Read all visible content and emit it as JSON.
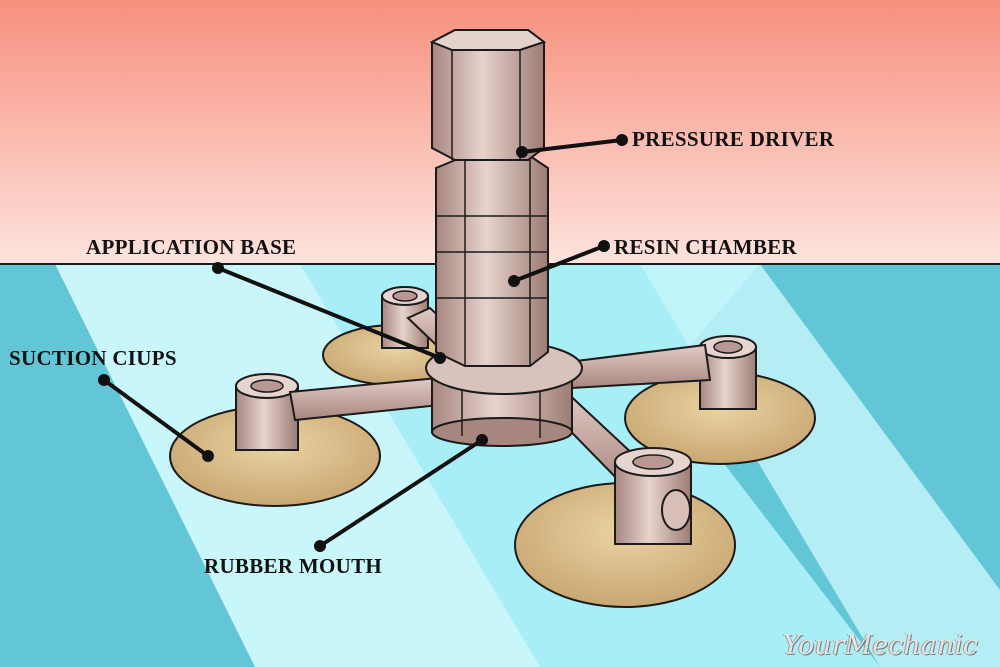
{
  "labels": {
    "pressure_driver": "PRESSURE DRIVER",
    "resin_chamber": "RESIN CHAMBER",
    "application_base": "APPLICATION BASE",
    "suction_cups": "SUCTION CIUPS",
    "rubber_mouth": "RUBBER MOUTH"
  },
  "brand": {
    "logo_text": "YourMechanic"
  },
  "colors": {
    "sky_top": "#f7907e",
    "sky_bottom": "#fde3dd",
    "glass": "#a8eef7",
    "glass_dark": "#2aa6bb",
    "metal": "#c9a8a0",
    "cup": "#dcc08e",
    "ink": "#111111"
  }
}
